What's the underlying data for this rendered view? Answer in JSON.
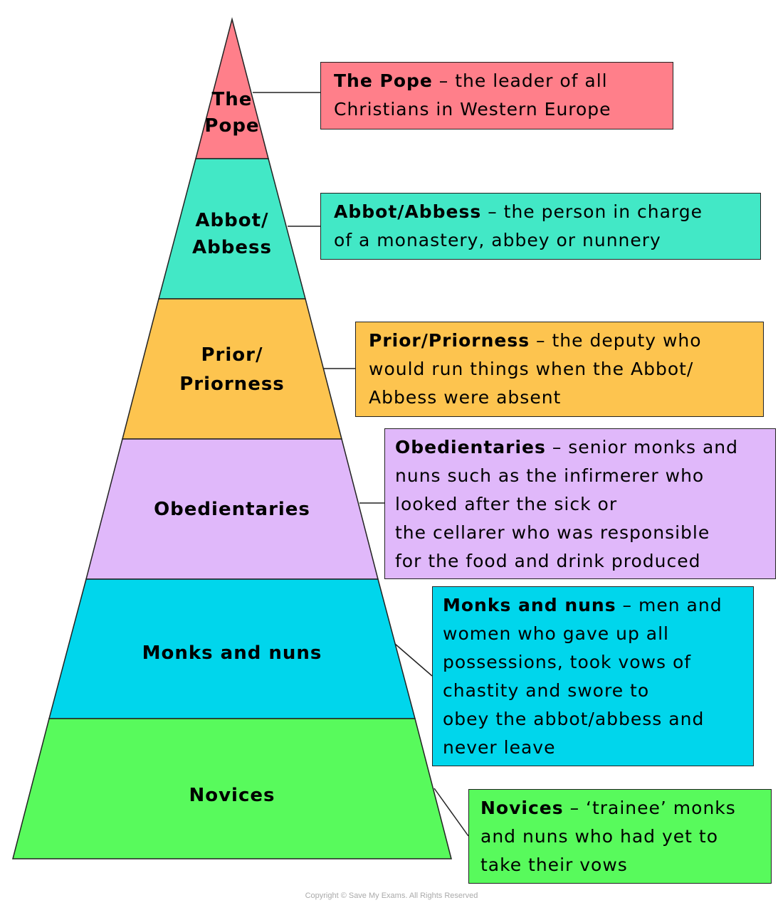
{
  "levels": [
    {
      "label_lines": [
        "The",
        "Pope"
      ],
      "term": "The Pope",
      "desc": " – the leader of all\nChristians in Western Europe",
      "color": "#FF7F8A"
    },
    {
      "label_lines": [
        "Abbot/",
        "Abbess"
      ],
      "term": "Abbot/Abbess",
      "desc": " – the person in charge\nof a monastery, abbey or nunnery",
      "color": "#42E8C6"
    },
    {
      "label_lines": [
        "Prior/",
        "Priorness"
      ],
      "term": "Prior/Priorness",
      "desc": " – the deputy who\nwould run things when the Abbot/\nAbbess were absent",
      "color": "#FDC44F"
    },
    {
      "label_lines": [
        "Obedientaries"
      ],
      "term": "Obedientaries",
      "desc": " – senior monks and\nnuns such as the infirmerer who\nlooked after the sick or\nthe cellarer who was responsible\nfor the food and drink produced",
      "color": "#E0B8FA"
    },
    {
      "label_lines": [
        "Monks and nuns"
      ],
      "term": "Monks and nuns",
      "desc": " – men and\nwomen who gave up all\npossessions, took vows of\nchastity and swore to\nobey the abbot/abbess and\nnever leave",
      "color": "#00D6EC"
    },
    {
      "label_lines": [
        "Novices"
      ],
      "term": "Novices",
      "desc": " – ‘trainee’ monks\nand nuns who had yet to\ntake their vows",
      "color": "#58FA5C"
    }
  ],
  "copyright": "Copyright © Save My Exams. All Rights Reserved"
}
